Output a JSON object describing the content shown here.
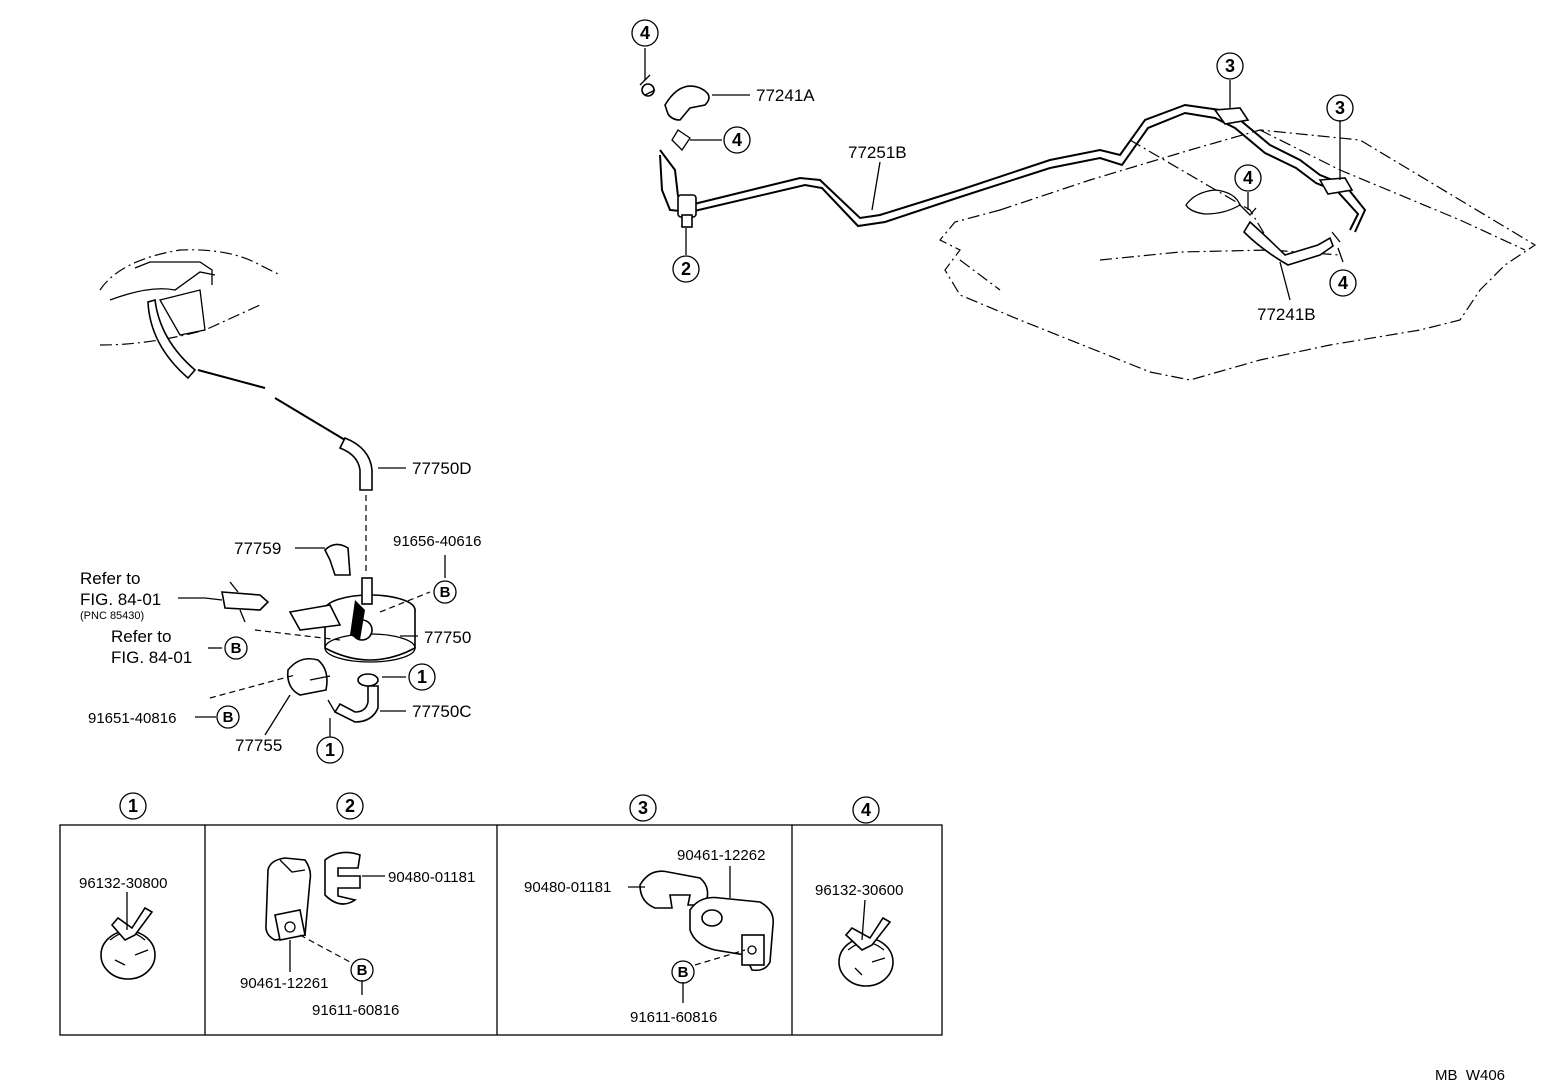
{
  "labels": {
    "p77241A": "77241A",
    "p77251B": "77251B",
    "p77241B": "77241B",
    "p77750D": "77750D",
    "p77759": "77759",
    "p91656": "91656-40616",
    "refer1a": "Refer to",
    "refer1b": "FIG. 84-01",
    "refer1c": "(PNC 85430)",
    "refer2a": "Refer to",
    "refer2b": "FIG. 84-01",
    "p77750": "77750",
    "p77750C": "77750C",
    "p91651": "91651-40816",
    "p77755": "77755",
    "t96132_30800": "96132-30800",
    "t90480_a": "90480-01181",
    "t90461_12261": "90461-12261",
    "t91611_a": "91611-60816",
    "t90461_12262": "90461-12262",
    "t90480_b": "90480-01181",
    "t91611_b": "91611-60816",
    "t96132_30600": "96132-30600",
    "code": "MB  W406"
  },
  "callouts": {
    "c1": "1",
    "c2": "2",
    "c3": "3",
    "c4": "4"
  },
  "b_mark": "B"
}
